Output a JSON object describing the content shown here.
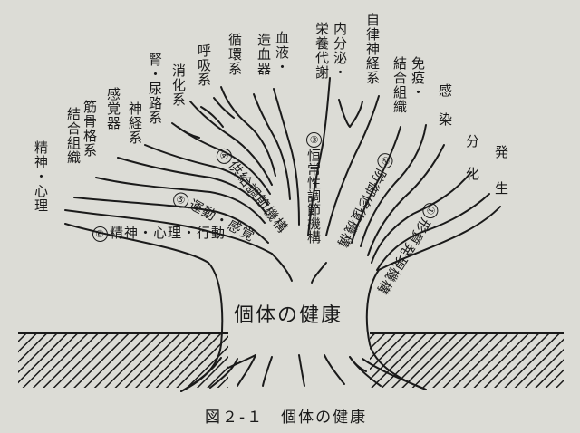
{
  "title": "個体の健康",
  "caption": "図２-１　個体の健康",
  "mechanisms": [
    {
      "num": "①",
      "label": "形質発現機構"
    },
    {
      "num": "②",
      "label": "防御修復機構"
    },
    {
      "num": "③",
      "label": "恒常性調節機構"
    },
    {
      "num": "④",
      "label": "供給調節機構"
    },
    {
      "num": "⑤",
      "label": "運動・感覚"
    },
    {
      "num": "⑥",
      "label": "精神・心理・行動"
    }
  ],
  "branches": [
    "精神・心理",
    "筋骨格系",
    "結合組織",
    "感覚器",
    "神経系",
    "腎・尿路系",
    "消化系",
    "呼吸系",
    "循環系",
    "造血器",
    "血液・",
    "内分泌・",
    "栄養代謝",
    "自律神経系",
    "免疫・",
    "結合組織",
    "感",
    "染",
    "分",
    "化",
    "発",
    "生"
  ],
  "colors": {
    "ink": "#1a1a1a",
    "paper": "#dcdcd6"
  }
}
